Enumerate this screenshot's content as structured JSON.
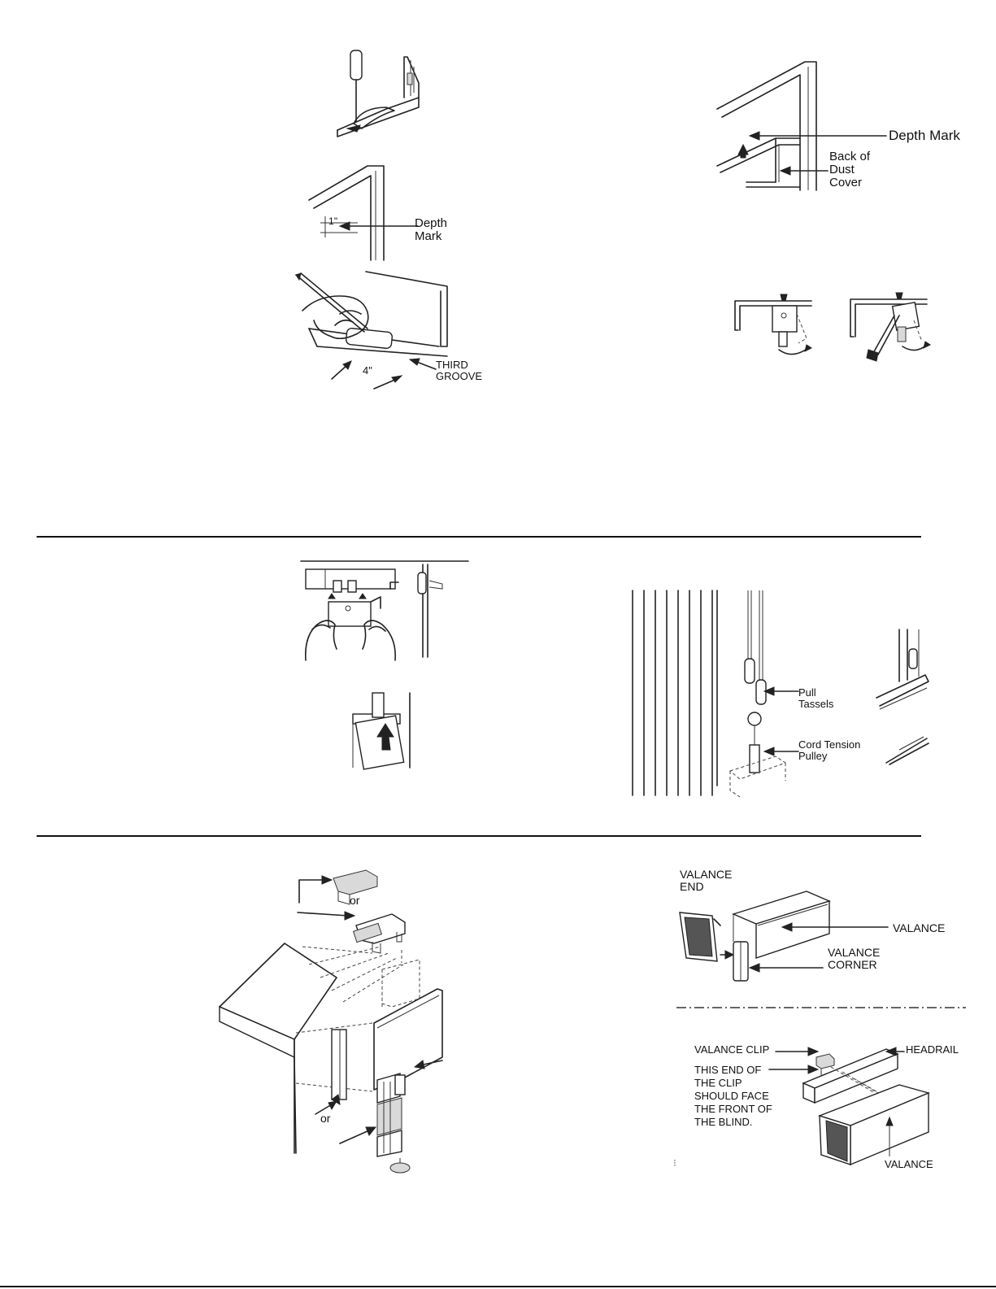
{
  "labels": {
    "depth_mark_top": "Depth Mark",
    "back_of_dust_cover": [
      "Back of",
      "Dust",
      "Cover"
    ],
    "depth_mark_left": [
      "Depth",
      "Mark"
    ],
    "one_inch": "1\"",
    "four_inch": "4\"",
    "third_groove": [
      "THIRD",
      "GROOVE"
    ],
    "pull_tassels": [
      "Pull",
      "Tassels"
    ],
    "cord_tension_pulley": [
      "Cord Tension",
      "Pulley"
    ],
    "or_top": "or",
    "or_bottom": "or",
    "valance_end": [
      "VALANCE",
      "END"
    ],
    "valance_right": "VALANCE",
    "valance_corner": [
      "VALANCE",
      "CORNER"
    ],
    "valance_clip": "VALANCE CLIP",
    "headrail": "HEADRAIL",
    "clip_note": [
      "THIS END OF",
      "THE CLIP",
      "SHOULD FACE",
      "THE FRONT OF",
      "THE BLIND."
    ],
    "valance_bottom": "VALANCE"
  }
}
